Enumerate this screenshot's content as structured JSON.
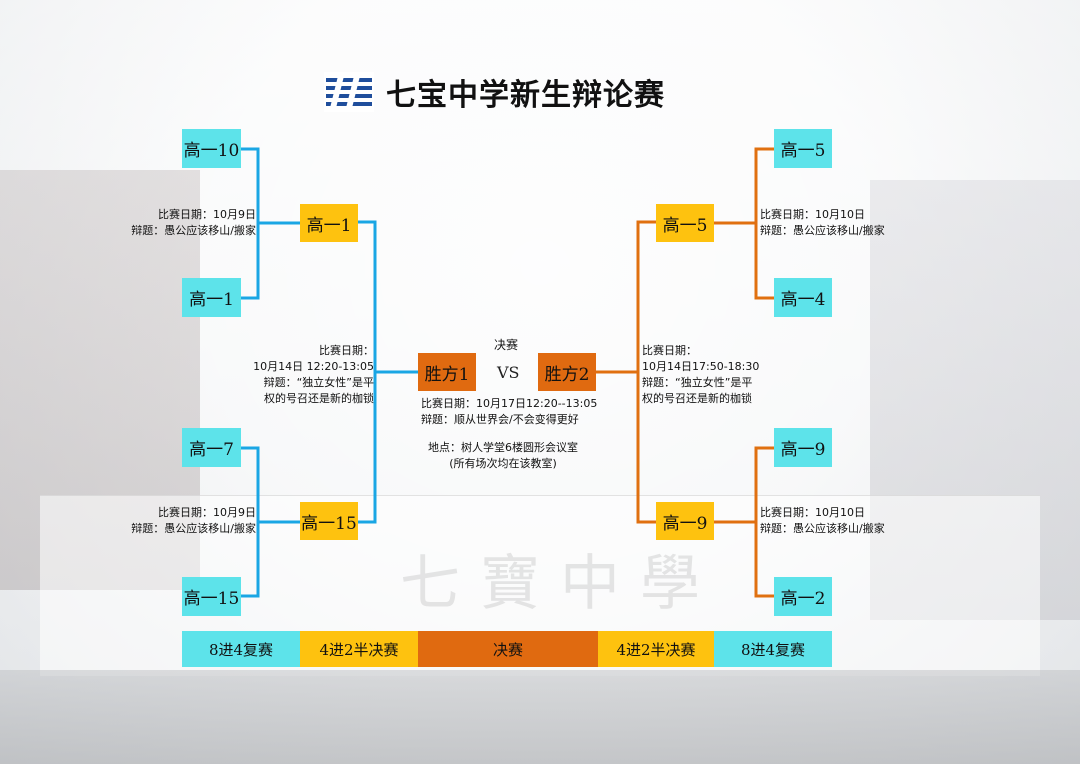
{
  "title": "七宝中学新生辩论赛",
  "logo_icon": "school-logo-icon",
  "colors": {
    "cyan": "#5de3ea",
    "yellow": "#fec20f",
    "orange": "#e06a10",
    "blue_line": "#1aa6e4",
    "orange_line": "#e07010"
  },
  "left": {
    "r16": [
      "高一10",
      "高一1",
      "高一7",
      "高一15"
    ],
    "qf": [
      "高一1",
      "高一15"
    ],
    "notes_r16": [
      {
        "date": "比赛日期：10月9日",
        "topic": "辩题：愚公应该移山/搬家"
      },
      {
        "date": "比赛日期：10月9日",
        "topic": "辩题：愚公应该移山/搬家"
      }
    ],
    "note_semi": {
      "line1": "比赛日期：",
      "line2": "10月14日  12:20-13:05",
      "line3": "辩题：“独立女性”是平",
      "line4": "权的号召还是新的枷锁"
    }
  },
  "right": {
    "r16": [
      "高一5",
      "高一4",
      "高一9",
      "高一2"
    ],
    "qf": [
      "高一5",
      "高一9"
    ],
    "notes_r16": [
      {
        "date": "比赛日期：10月10日",
        "topic": "辩题：愚公应该移山/搬家"
      },
      {
        "date": "比赛日期：10月10日",
        "topic": "辩题：愚公应该移山/搬家"
      }
    ],
    "note_semi": {
      "line1": "比赛日期：",
      "line2": "10月14日17:50-18:30",
      "line3": "辩题：“独立女性”是平",
      "line4": "权的号召还是新的枷锁"
    }
  },
  "final": {
    "heading": "决赛",
    "left": "胜方1",
    "vs": "VS",
    "right": "胜方2",
    "date": "比赛日期：10月17日12:20--13:05",
    "topic": "辩题：顺从世界会/不会变得更好",
    "place": "地点：树人学堂6楼圆形会议室",
    "place_note": "(所有场次均在该教室)"
  },
  "stages": [
    "8进4复赛",
    "4进2半决赛",
    "决赛",
    "4进2半决赛",
    "8进4复赛"
  ]
}
